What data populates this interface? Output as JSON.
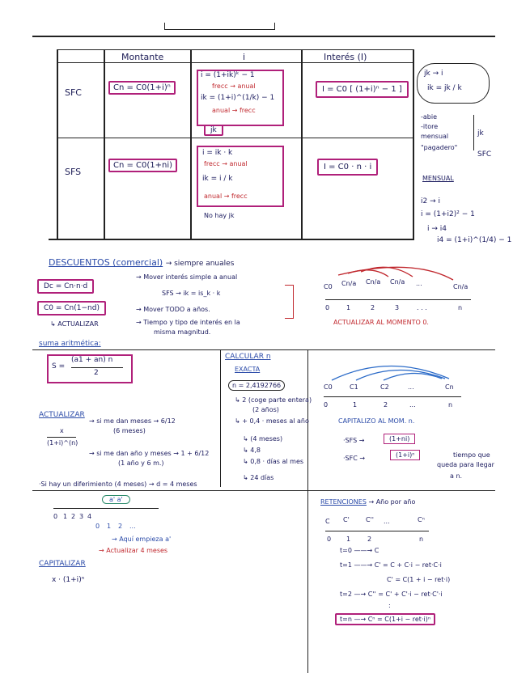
{
  "table": {
    "headers": [
      "Montante",
      "i",
      "Interés (I)"
    ],
    "rows": [
      {
        "label": "SFC",
        "montante": "Cn = C0(1+i)ⁿ",
        "i_lines": [
          "i = (1+ik)ᵏ − 1",
          "frecc → anual",
          "ik = (1+i)^(1/k) − 1",
          "anual → frecc",
          "jk"
        ],
        "interes": "I = C0 [ (1+i)ⁿ − 1 ]"
      },
      {
        "label": "SFS",
        "montante": "Cn = C0(1+ni)",
        "i_lines": [
          "i = ik · k",
          "frecc → anual",
          "ik = i / k",
          "anual → frecc",
          "No hay jk"
        ],
        "interes": "I = C0 · n · i"
      }
    ]
  },
  "side_notes": {
    "cloud_lines": [
      "jk → i",
      "ik = jk / k"
    ],
    "list": [
      "-abie",
      "-itore",
      "mensual",
      "\"pagadero\""
    ],
    "arrow_labels": [
      "jk",
      "SFC"
    ],
    "mensual_title": "MENSUAL",
    "conversions": [
      "i2 → i",
      "i = (1+i2)² − 1",
      "i → i4",
      "i4 = (1+i)^(1/4) − 1"
    ]
  },
  "descuentos": {
    "title": "DESCUENTOS (comercial)",
    "title_note": "→ siempre anuales",
    "formulas": [
      "Dc = Cn·n·d",
      "C0 = Cn(1−nd)"
    ],
    "notes": [
      "→ Mover interés simple a anual",
      "SFS → ik = is_k · k",
      "→ Mover TODO a años.",
      "→ Tiempo y tipo de interés en la",
      "misma magnitud."
    ],
    "actualizar": "↳ ACTUALIZAR",
    "timeline_labels": [
      "C0",
      "Cn/a",
      "Cn/a",
      "Cn/a",
      "...",
      "Cn/a"
    ],
    "timeline_ticks": [
      "0",
      "1",
      "2",
      "3",
      ". . .",
      "n"
    ],
    "caption": "ACTUALIZAR AL MOMENTO 0."
  },
  "suma": {
    "title": "suma aritmética:",
    "formula_left": "S =",
    "numerator": "(a1 + an) n",
    "denominator": "2"
  },
  "calcular": {
    "title": "CALCULAR n",
    "subtitle": "EXACTA",
    "value": "n = 2,4192766",
    "steps": [
      "↳ 2 (coge parte entera)",
      "(2 años)",
      "↳ + 0,4 · meses al año",
      "↳ (4 meses)",
      "↳ 4,8",
      "↳ 0,8 · días al mes",
      "↳ 24 días"
    ]
  },
  "capitalizar_tl": {
    "labels": [
      "C0",
      "C1",
      "C2",
      "...",
      "Cn"
    ],
    "ticks": [
      "0",
      "1",
      "2",
      "...",
      "n"
    ],
    "caption": "CAPITALIZO AL MOM. n.",
    "sfs_label": "·SFS →",
    "sfs_formula": "(1+ni)",
    "sfc_label": "·SFC →",
    "sfc_formula": "(1+i)ⁿ",
    "note": [
      "tiempo que",
      "queda para llegar",
      "a n."
    ]
  },
  "actualizar_section": {
    "title": "ACTUALIZAR",
    "numerator": "x",
    "denominator": "(1+i)^(n)",
    "note1": "→ si me dan meses → 6/12",
    "note1b": "(6 meses)",
    "note2": "→ si me dan año y meses → 1 + 6/12",
    "note2b": "(1 año y 6 m.)",
    "diferimiento": "·Si hay un diferimiento (4 meses) → d = 4 meses",
    "ticks": [
      "0",
      "1",
      "2",
      "3",
      "4"
    ],
    "sub_ticks": [
      "0",
      "1",
      "2",
      "..."
    ],
    "bubble": "a' a'",
    "note3": "→ Aquí empieza a'",
    "note4": "→ Actualizar 4 meses"
  },
  "capitalizar_section": {
    "title": "CAPITALIZAR",
    "formula": "x · (1+i)ⁿ"
  },
  "retenciones": {
    "title": "RETENCIONES",
    "title_note": "→ Año por año",
    "labels": [
      "C",
      "C'",
      "C''",
      "...",
      "Cⁿ"
    ],
    "ticks": [
      "0",
      "1",
      "2",
      "n"
    ],
    "steps": [
      "t=0 ——→ C",
      "t=1 ——→ C' = C + C·i − ret·C·i",
      "C' = C(1 + i − ret·i)",
      "t=2 —→ C'' = C' + C'·i − ret·C'·i",
      ":",
      "t=n —→ Cⁿ = C(1+i − ret·i)ⁿ"
    ]
  }
}
